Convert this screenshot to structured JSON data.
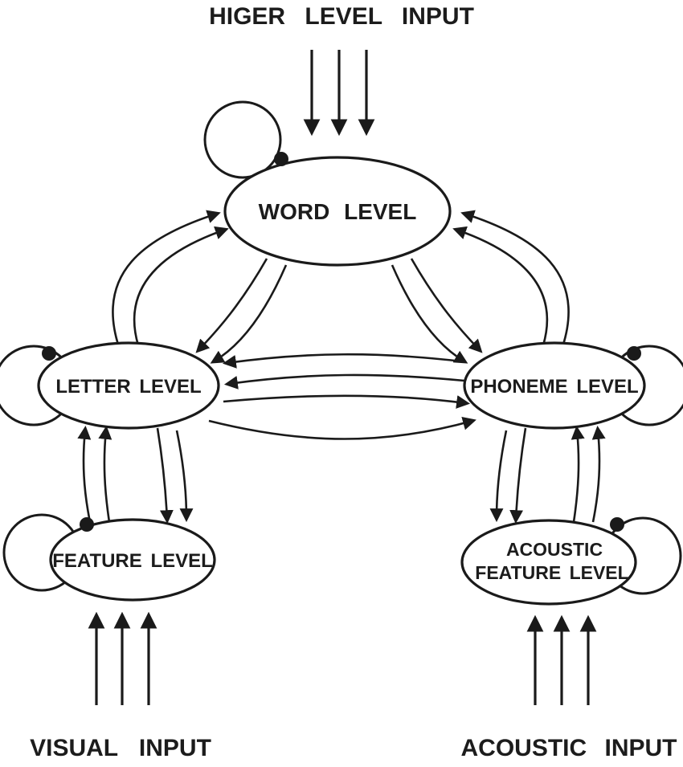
{
  "diagram": {
    "higher_input_label": "HIGER LEVEL INPUT",
    "visual_input_label": "VISUAL INPUT",
    "acoustic_input_label": "ACOUSTIC INPUT",
    "nodes": {
      "word": {
        "label": "WORD LEVEL"
      },
      "letter": {
        "label": "LETTER LEVEL"
      },
      "phoneme": {
        "label": "PHONEME LEVEL"
      },
      "feature": {
        "label": "FEATURE LEVEL"
      },
      "acoustic_feature": {
        "label_line1": "ACOUSTIC",
        "label_line2": "FEATURE LEVEL"
      }
    },
    "colors": {
      "stroke": "#1a1a1a",
      "text": "#1c1c1c",
      "background": "#ffffff"
    }
  }
}
